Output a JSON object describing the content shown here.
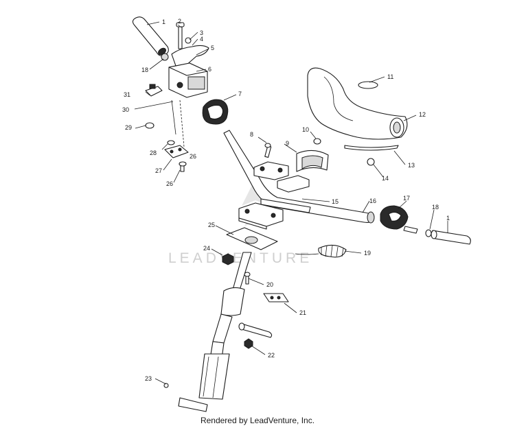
{
  "watermark": "LEADVENTURE",
  "credit": "Rendered by LeadVenture, Inc.",
  "callouts": [
    "1",
    "2",
    "3",
    "4",
    "5",
    "6",
    "7",
    "8",
    "9",
    "10",
    "11",
    "12",
    "13",
    "14",
    "15",
    "16",
    "17",
    "18",
    "19",
    "20",
    "21",
    "22",
    "23",
    "24",
    "25",
    "26",
    "27",
    "28",
    "29",
    "30",
    "31"
  ]
}
